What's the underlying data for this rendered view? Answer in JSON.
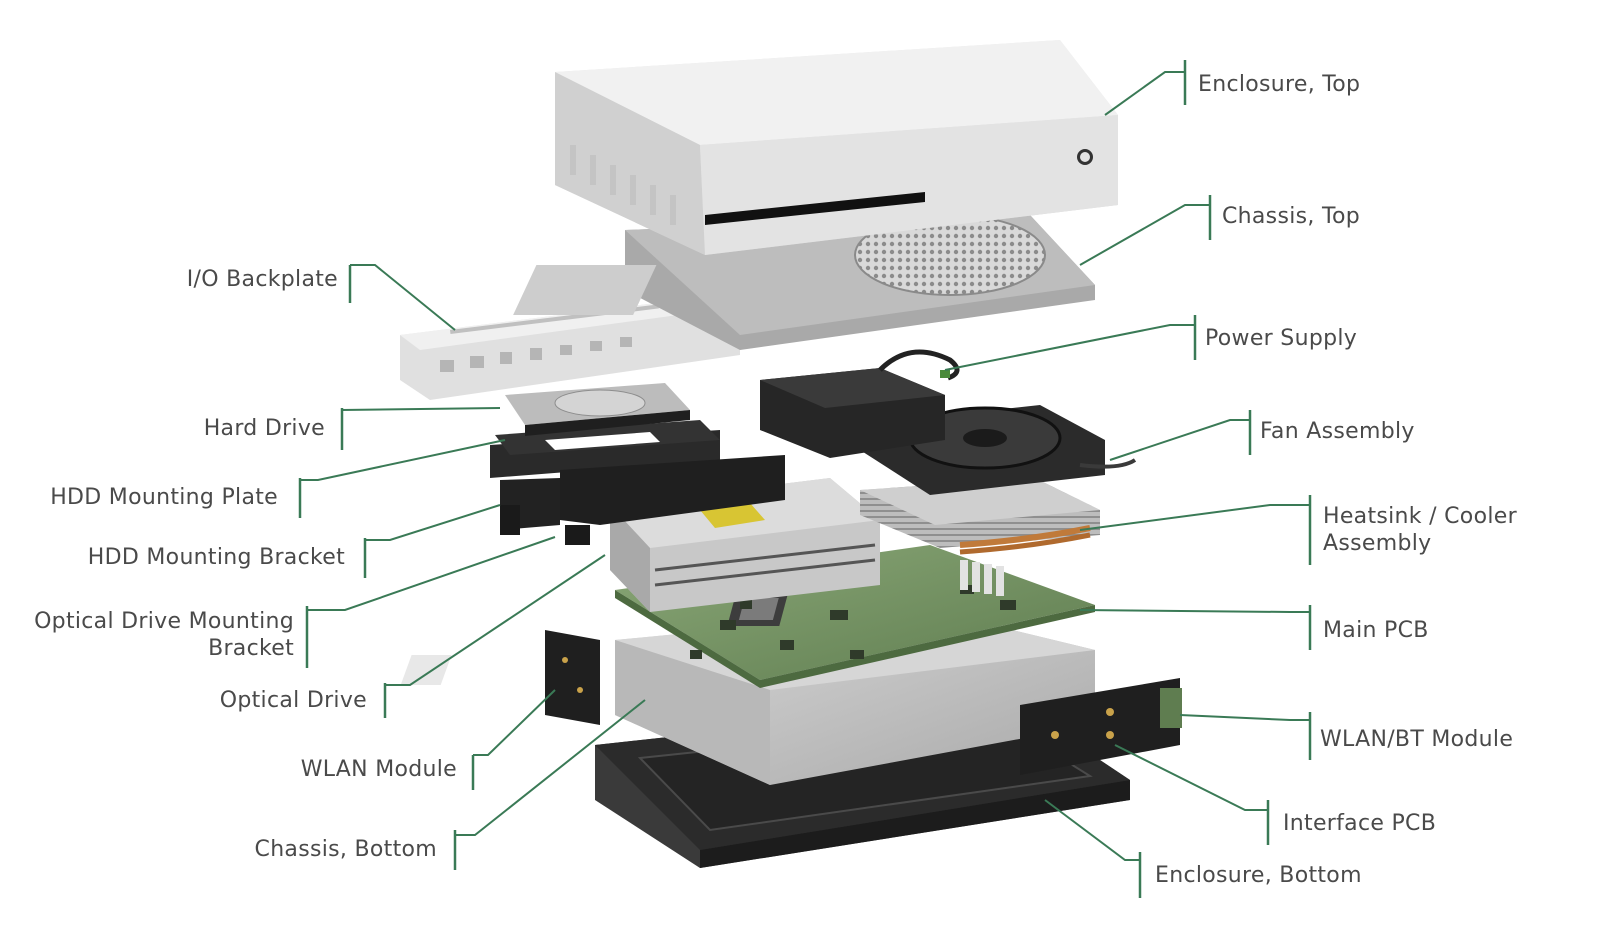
{
  "labels": {
    "enclosure_top": "Enclosure, Top",
    "chassis_top": "Chassis, Top",
    "io_backplate": "I/O Backplate",
    "power_supply": "Power Supply",
    "hard_drive": "Hard Drive",
    "fan_assembly": "Fan Assembly",
    "hdd_mounting_plate": "HDD  Mounting Plate",
    "heatsink_line1": "Heatsink / Cooler",
    "heatsink_line2": "Assembly",
    "hdd_mounting_bracket": "HDD  Mounting Bracket",
    "odd_bracket_line1": "Optical Drive  Mounting",
    "odd_bracket_line2": "Bracket",
    "main_pcb": "Main PCB",
    "optical_drive": "Optical Drive",
    "wlan_bt_module": "WLAN/BT Module",
    "wlan_module": "WLAN Module",
    "interface_pcb": "Interface PCB",
    "chassis_bottom": "Chassis, Bottom",
    "enclosure_bottom": "Enclosure, Bottom"
  },
  "colors": {
    "leader_line": "#3a7a56",
    "label_text": "#4a4a4a",
    "console_white": "#e6e6e6",
    "pcb_green": "#6f8f5e",
    "dark_plastic": "#2b2b2b",
    "metal": "#c9c9c9"
  }
}
